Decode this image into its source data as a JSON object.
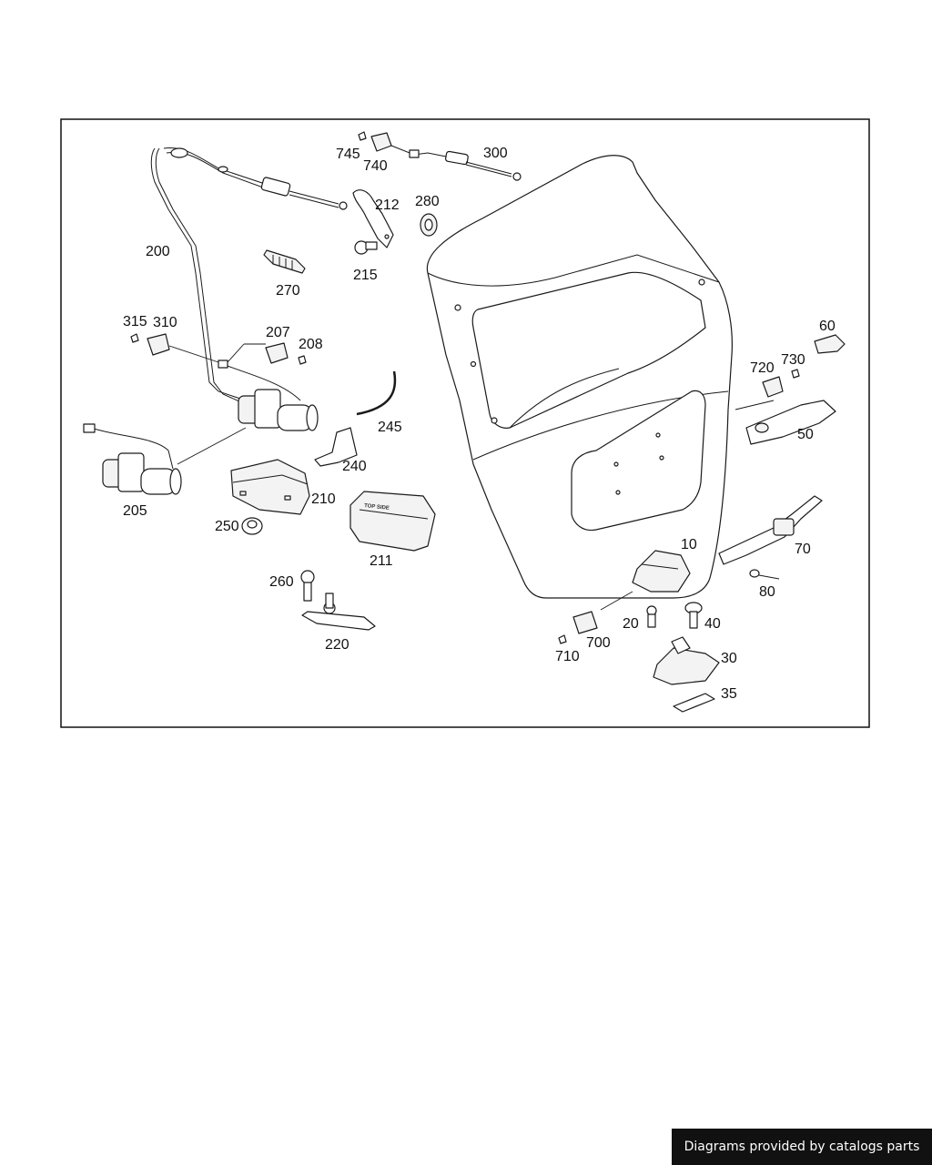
{
  "diagram": {
    "part_numbers": [
      "10",
      "20",
      "30",
      "35",
      "40",
      "50",
      "60",
      "70",
      "80",
      "200",
      "205",
      "207",
      "208",
      "210",
      "211",
      "212",
      "215",
      "220",
      "240",
      "245",
      "250",
      "260",
      "270",
      "280",
      "300",
      "310",
      "315",
      "700",
      "710",
      "720",
      "730",
      "740",
      "745"
    ],
    "marking_on_211": "TOP SIDE"
  },
  "footer": {
    "credit": "Diagrams provided by catalogs parts"
  }
}
